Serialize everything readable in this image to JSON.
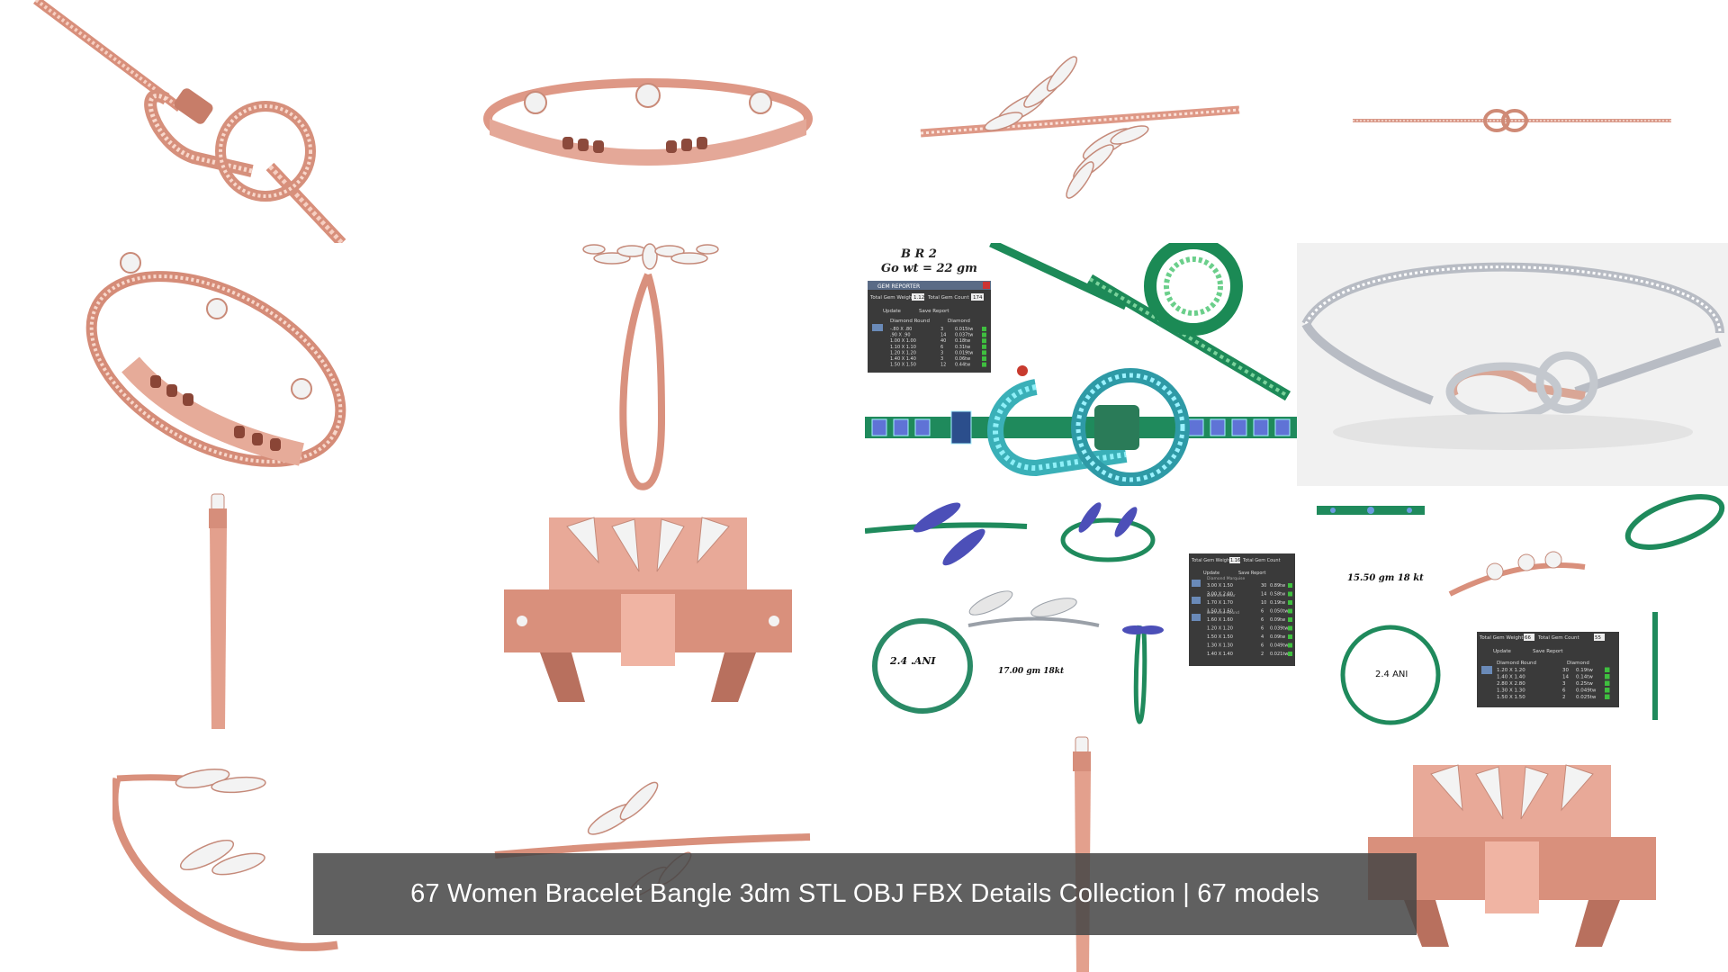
{
  "caption": {
    "title": "67 Women Bracelet Bangle 3dm STL OBJ FBX Details Collection | 67 models"
  },
  "colors": {
    "rose_gold": "#e09a86",
    "rose_gold_dark": "#b36a58",
    "cad_green": "#1f8a5c",
    "cad_teal": "#3aa7b5",
    "cad_blue": "#4b4fb8",
    "silver": "#c9ccd2",
    "caption_bg": "#464646"
  },
  "panels": {
    "cad_top": {
      "name_line": "B R 2",
      "weight_line": "Go wt = 22 gm",
      "reporter_title": "GEM REPORTER",
      "total_weight_label": "Total Gem Weight",
      "total_weight_value": "1.12",
      "total_count_label": "Total Gem Count",
      "total_count_value": "174",
      "update_label": "Update",
      "save_label": "Save Report",
      "col_a": "Diamond Round",
      "col_b": "Diamond",
      "rows": [
        [
          "-.80 X .80",
          "3",
          "0.015tw"
        ],
        [
          ".90 X .90",
          "14",
          "0.037tw"
        ],
        [
          "1.00 X 1.00",
          "40",
          "0.18tw"
        ],
        [
          "1.10 X 1.10",
          "6",
          "0.31tw"
        ],
        [
          "1.20 X 1.20",
          "3",
          "0.019tw"
        ],
        [
          "1.40 X 1.40",
          "3",
          "0.06tw"
        ],
        [
          "1.50 X 1.50",
          "12",
          "0.44tw"
        ]
      ]
    },
    "cad_bottom_left": {
      "ring_label": "2.4 .ANI",
      "weight_label": "17.00 gm 18kt",
      "total_weight_label": "Total Gem Weight",
      "total_weight_value": "1.16",
      "total_count_label": "Total Gem Count",
      "update_label": "Update",
      "save_label": "Save Report",
      "sections": [
        "Diamond Marquise",
        "Diamond Pear",
        "Diamond Round"
      ],
      "rows": [
        [
          "3.00 X 1.50",
          "30",
          "0.89tw"
        ],
        [
          "3.00 X 2.00",
          "14",
          "0.58tw"
        ],
        [
          "1.70 X 1.70",
          "10",
          "0.19tw"
        ],
        [
          "1.50 X 1.50",
          "6",
          "0.050tw"
        ],
        [
          "1.60 X 1.60",
          "6",
          "0.09tw"
        ],
        [
          "1.20 X 1.20",
          "6",
          "0.039tw"
        ],
        [
          "1.50 X 1.50",
          "4",
          "0.09tw"
        ],
        [
          "1.30 X 1.30",
          "6",
          "0.049tw"
        ],
        [
          "1.40 X 1.40",
          "2",
          "0.021tw"
        ]
      ]
    },
    "cad_bottom_right": {
      "weight_label": "15.50 gm 18 kt",
      "ring_label": "2.4 ANI",
      "total_weight_label": "Total Gem Weight",
      "total_weight_value": "66",
      "total_count_label": "Total Gem Count",
      "total_count_value": "55",
      "update_label": "Update",
      "save_label": "Save Report",
      "col_a": "Diamond Round",
      "col_b": "Diamond",
      "rows": [
        [
          "1.20 X 1.20",
          "30",
          "0.19tw"
        ],
        [
          "1.40 X 1.40",
          "14",
          "0.14tw"
        ],
        [
          "2.80 X 2.80",
          "3",
          "0.25tw"
        ],
        [
          "1.30 X 1.30",
          "6",
          "0.049tw"
        ],
        [
          "1.50 X 1.50",
          "2",
          "0.025tw"
        ]
      ]
    }
  }
}
